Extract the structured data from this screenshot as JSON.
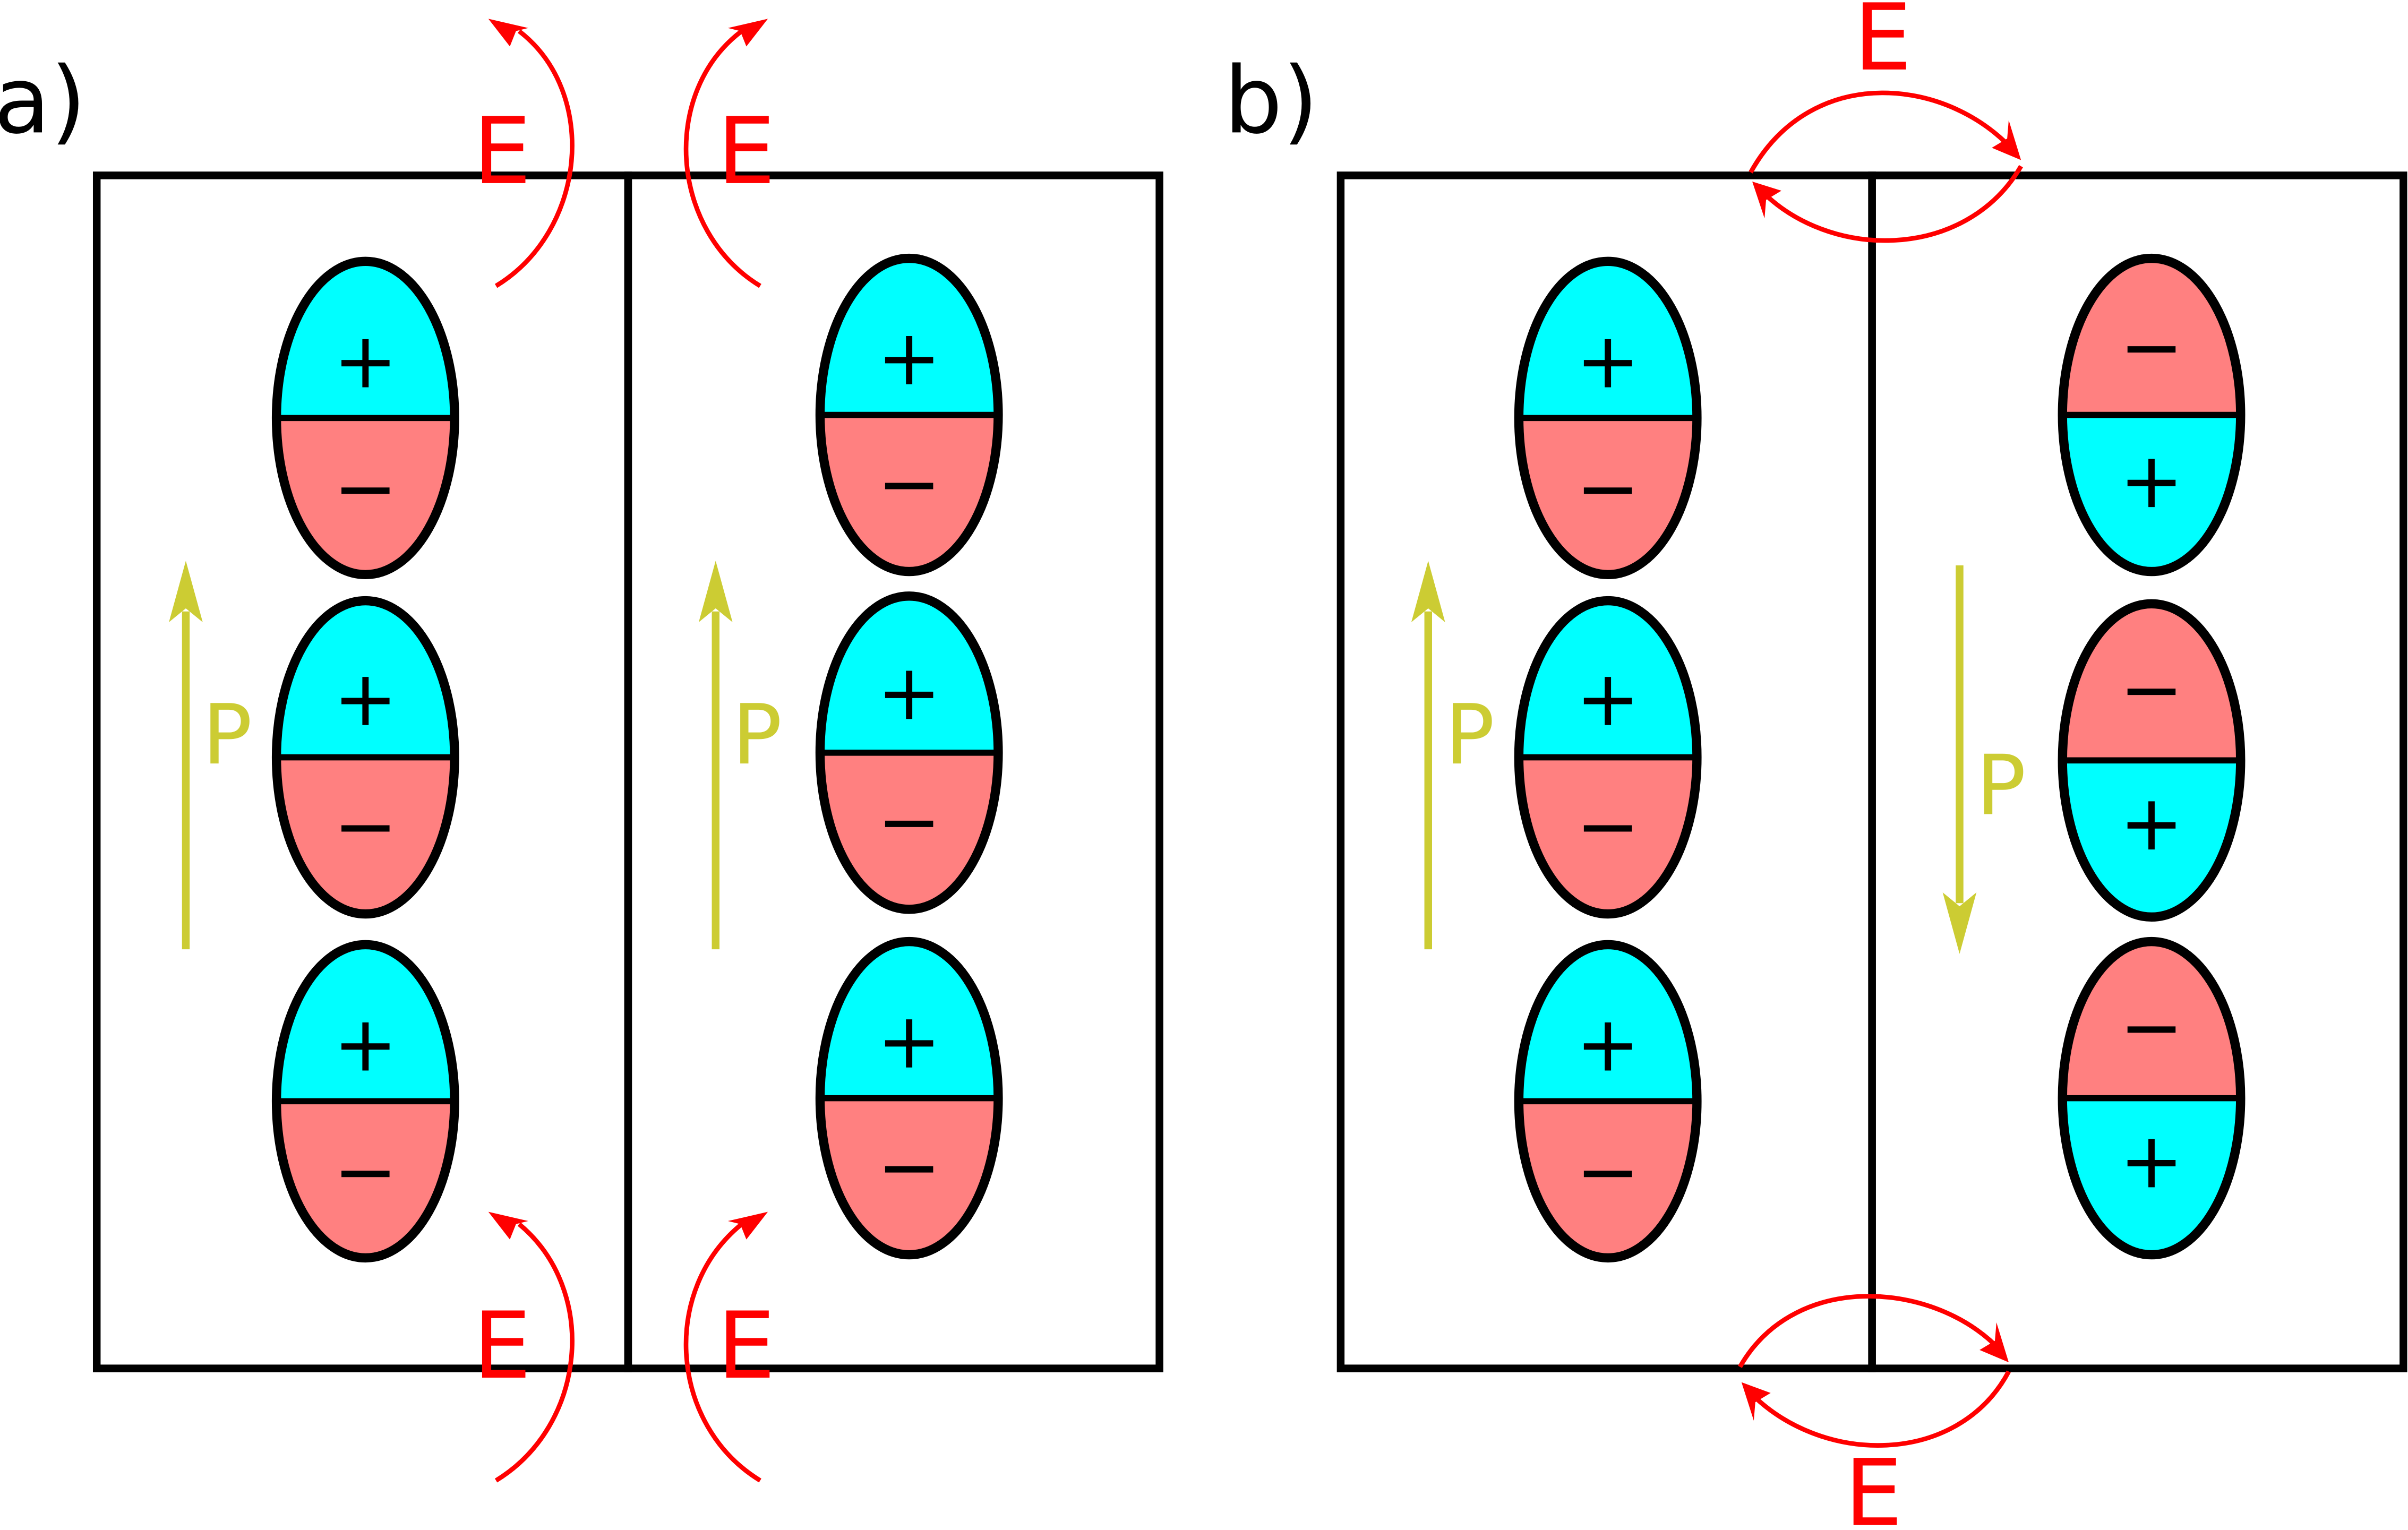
{
  "panels": [
    {
      "id": "a",
      "label": "a)",
      "domains": [
        {
          "polarization_label": "P",
          "polarization_direction": "up",
          "dipoles": [
            {
              "top": "+",
              "bottom": "−"
            },
            {
              "top": "+",
              "bottom": "−"
            },
            {
              "top": "+",
              "bottom": "−"
            }
          ]
        },
        {
          "polarization_label": "P",
          "polarization_direction": "up",
          "dipoles": [
            {
              "top": "+",
              "bottom": "−"
            },
            {
              "top": "+",
              "bottom": "−"
            },
            {
              "top": "+",
              "bottom": "−"
            }
          ]
        }
      ],
      "field_labels": [
        "E",
        "E",
        "E",
        "E"
      ]
    },
    {
      "id": "b",
      "label": "b)",
      "domains": [
        {
          "polarization_label": "P",
          "polarization_direction": "up",
          "dipoles": [
            {
              "top": "+",
              "bottom": "−"
            },
            {
              "top": "+",
              "bottom": "−"
            },
            {
              "top": "+",
              "bottom": "−"
            }
          ]
        },
        {
          "polarization_label": "P",
          "polarization_direction": "down",
          "dipoles": [
            {
              "top": "−",
              "bottom": "+"
            },
            {
              "top": "−",
              "bottom": "+"
            },
            {
              "top": "−",
              "bottom": "+"
            }
          ]
        }
      ],
      "field_labels": [
        "E",
        "E"
      ]
    }
  ],
  "colors": {
    "positive": "#00ffff",
    "negative": "#ff8080",
    "polarization": "#cccc33",
    "field": "#ff0000",
    "outline": "#000000"
  }
}
